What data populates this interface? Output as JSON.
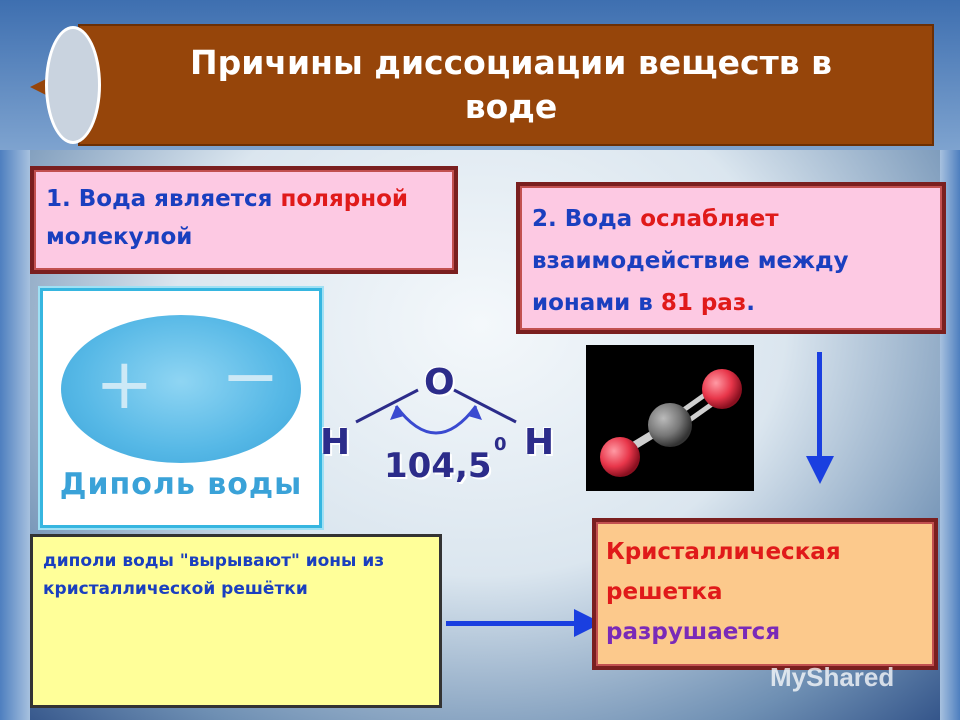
{
  "title": "Причины диссоциации веществ в воде",
  "point1": {
    "prefix": "1. Вода является ",
    "highlight": "полярной",
    "suffix": " молекулой"
  },
  "point2": {
    "prefix": "2. Вода ",
    "highlight1": "ослабляет",
    "middle": " взаимодействие между ионами в ",
    "highlight2": "81 раз",
    "suffix": "."
  },
  "dipole": {
    "plus": "+",
    "minus": "−",
    "caption": "Диполь воды"
  },
  "molecule": {
    "oxygen": "O",
    "hydrogen_left": "H",
    "hydrogen_right": "H",
    "angle": "104,5",
    "degree": "0"
  },
  "dipoles_text": "диполи воды \"вырывают\" ионы из кристаллической решётки",
  "result": {
    "line1": "Кристаллическая",
    "line2": "решетка",
    "line3": "разрушается"
  },
  "watermark": "MyShared",
  "colors": {
    "title_bg": "#96450a",
    "pink_box": "#fdc9e3",
    "yellow_box": "#ffff99",
    "orange_box": "#fcc98c",
    "arrow": "#1a3fe0",
    "text_blue": "#1a3fbf",
    "text_red": "#e01a1a"
  },
  "icons": {
    "arrow_down": "arrow-down-icon",
    "arrow_right": "arrow-right-icon"
  }
}
